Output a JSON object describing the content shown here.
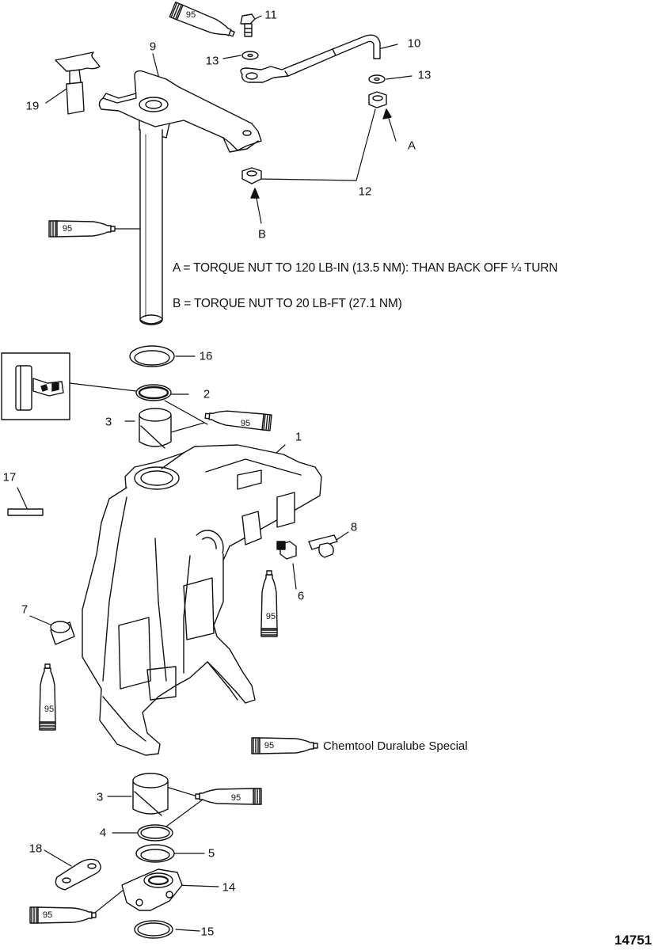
{
  "callouts": {
    "c1": "1",
    "c2": "2",
    "c3a": "3",
    "c3b": "3",
    "c4": "4",
    "c5": "5",
    "c6": "6",
    "c7": "7",
    "c8": "8",
    "c9": "9",
    "c10": "10",
    "c11": "11",
    "c12": "12",
    "c13a": "13",
    "c13b": "13",
    "c14": "14",
    "c15": "15",
    "c16": "16",
    "c17": "17",
    "c18": "18",
    "c19": "19",
    "cA": "A",
    "cB": "B"
  },
  "notes": {
    "a": "A = TORQUE  NUT TO 120 LB-IN (13.5 NM): THAN BACK OFF ¼ TURN",
    "b": "B = TORQUE NUT TO 20 LB-FT (27.1 NM)"
  },
  "legend": {
    "tube_code": "95",
    "text": "Chemtool Duralube Special"
  },
  "tube_code": "95",
  "figure_number": "14751"
}
